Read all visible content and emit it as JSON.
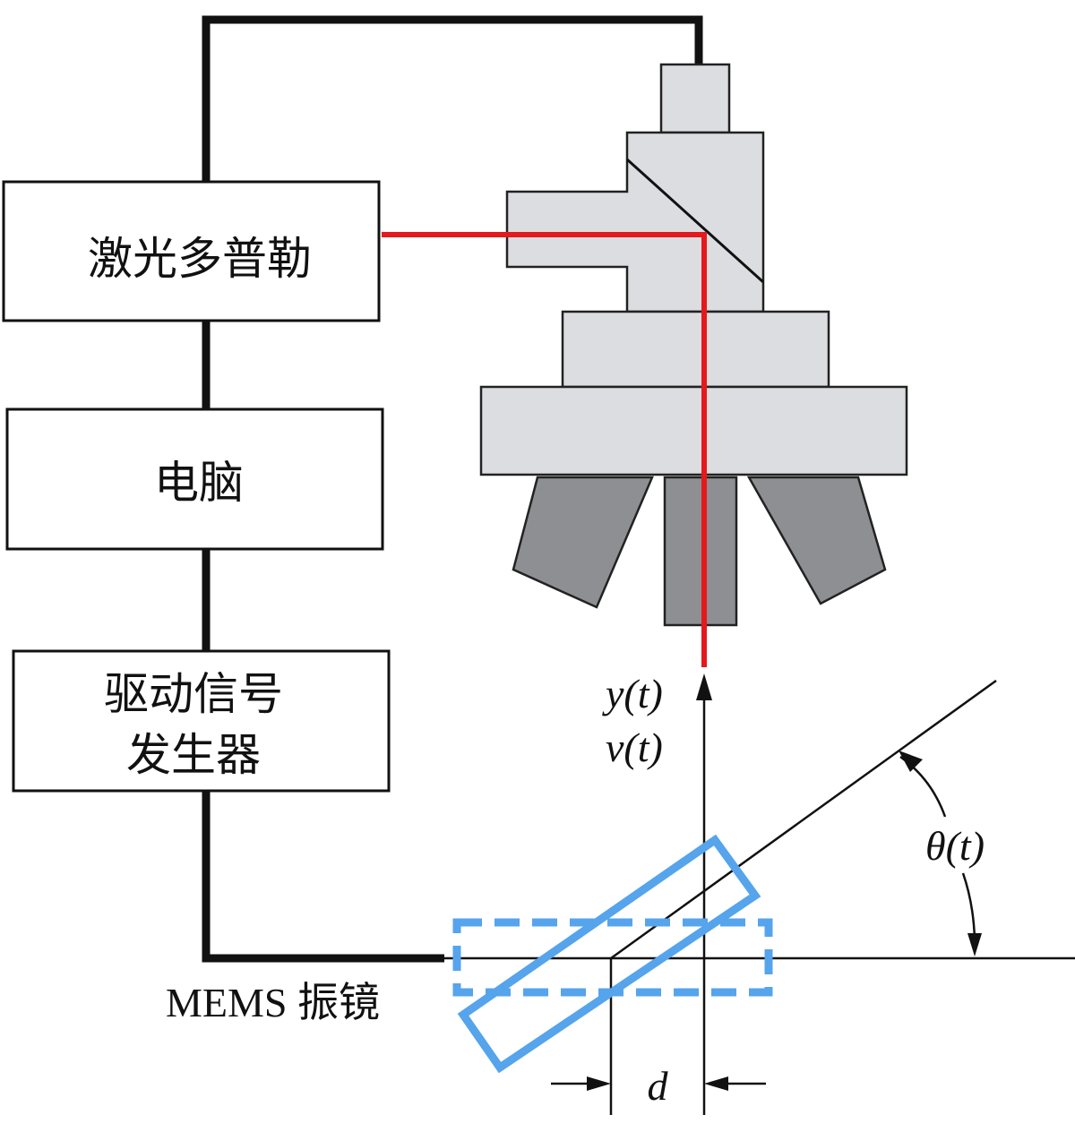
{
  "boxes": {
    "laser_doppler": "激光多普勒",
    "computer": "电脑",
    "signal_generator_line1": "驱动信号",
    "signal_generator_line2": "发生器"
  },
  "labels": {
    "y_of_t": "y(t)",
    "v_of_t": "v(t)",
    "theta_of_t": "θ(t)",
    "d": "d",
    "mems_mirror": "MEMS 振镜"
  },
  "colors": {
    "laser_beam": "#e3191d",
    "mirror": "#55a4ec",
    "microscope_body": "#dcdde0",
    "objective_lens": "#8e8f93",
    "wire": "#111111"
  }
}
